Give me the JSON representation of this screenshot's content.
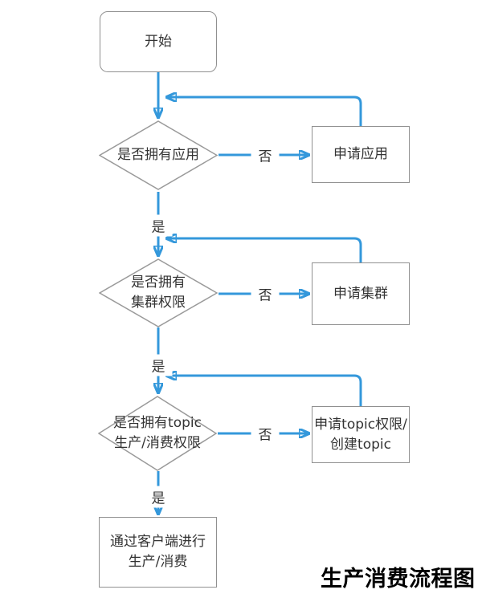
{
  "title": "生产消费流程图",
  "colors": {
    "arrow": "#3498db",
    "shape_border": "#999999",
    "node_text": "#333333",
    "title_text": "#000000",
    "background": "#ffffff"
  },
  "nodes": {
    "start": {
      "type": "terminator",
      "label": "开始"
    },
    "d1": {
      "type": "decision",
      "label": "是否拥有应用"
    },
    "r1": {
      "type": "process",
      "label": "申请应用"
    },
    "d2": {
      "type": "decision",
      "label": "是否拥有\n集群权限"
    },
    "r2": {
      "type": "process",
      "label": "申请集群"
    },
    "d3": {
      "type": "decision",
      "label": "是否拥有topic\n生产/消费权限"
    },
    "r3": {
      "type": "process",
      "label": "申请topic权限/\n创建topic"
    },
    "end": {
      "type": "process",
      "label": "通过客户端进行\n生产/消费"
    }
  },
  "edges": [
    {
      "from": "start",
      "to": "d1",
      "label": ""
    },
    {
      "from": "d1",
      "to": "r1",
      "label": "否"
    },
    {
      "from": "r1",
      "to": "d1",
      "label": ""
    },
    {
      "from": "d1",
      "to": "d2",
      "label": "是"
    },
    {
      "from": "d2",
      "to": "r2",
      "label": "否"
    },
    {
      "from": "r2",
      "to": "d2",
      "label": ""
    },
    {
      "from": "d2",
      "to": "d3",
      "label": "是"
    },
    {
      "from": "d3",
      "to": "r3",
      "label": "否"
    },
    {
      "from": "r3",
      "to": "d3",
      "label": ""
    },
    {
      "from": "d3",
      "to": "end",
      "label": "是"
    }
  ]
}
